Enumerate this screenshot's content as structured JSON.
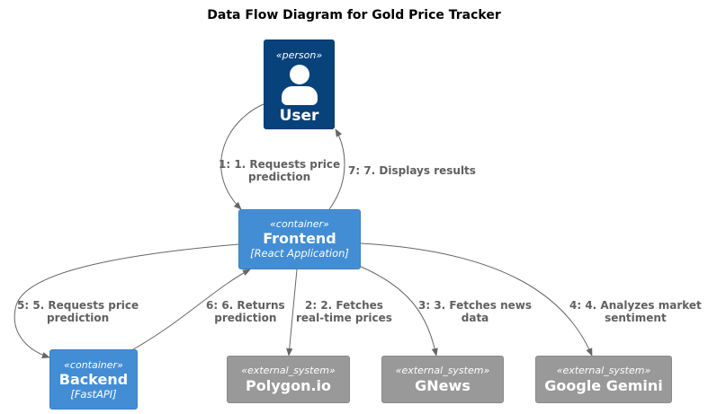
{
  "diagram": {
    "title": "Data Flow Diagram for Gold Price Tracker",
    "colors": {
      "person": "#08427b",
      "container": "#438dd5",
      "external_system": "#999999",
      "edge": "#666666",
      "edge_label": "#606060"
    },
    "nodes": {
      "user": {
        "stereotype": "«person»",
        "name": "User",
        "icon": "person-icon"
      },
      "frontend": {
        "stereotype": "«container»",
        "name": "Frontend",
        "technology": "[React Application]"
      },
      "backend": {
        "stereotype": "«container»",
        "name": "Backend",
        "technology": "[FastAPI]"
      },
      "polygon": {
        "stereotype": "«external_system»",
        "name": "Polygon.io"
      },
      "gnews": {
        "stereotype": "«external_system»",
        "name": "GNews"
      },
      "gemini": {
        "stereotype": "«external_system»",
        "name": "Google Gemini"
      }
    },
    "edges": [
      {
        "from": "user",
        "to": "frontend",
        "label_line1": "1: 1. Requests price",
        "label_line2": "prediction"
      },
      {
        "from": "frontend",
        "to": "polygon",
        "label_line1": "2: 2. Fetches",
        "label_line2": "real-time prices"
      },
      {
        "from": "frontend",
        "to": "gnews",
        "label_line1": "3: 3. Fetches news",
        "label_line2": "data"
      },
      {
        "from": "frontend",
        "to": "gemini",
        "label_line1": "4: 4. Analyzes market",
        "label_line2": "sentiment"
      },
      {
        "from": "frontend",
        "to": "backend",
        "label_line1": "5: 5. Requests price",
        "label_line2": "prediction"
      },
      {
        "from": "backend",
        "to": "frontend",
        "label_line1": "6: 6. Returns",
        "label_line2": "prediction"
      },
      {
        "from": "frontend",
        "to": "user",
        "label_line1": "7: 7. Displays results",
        "label_line2": ""
      }
    ]
  }
}
